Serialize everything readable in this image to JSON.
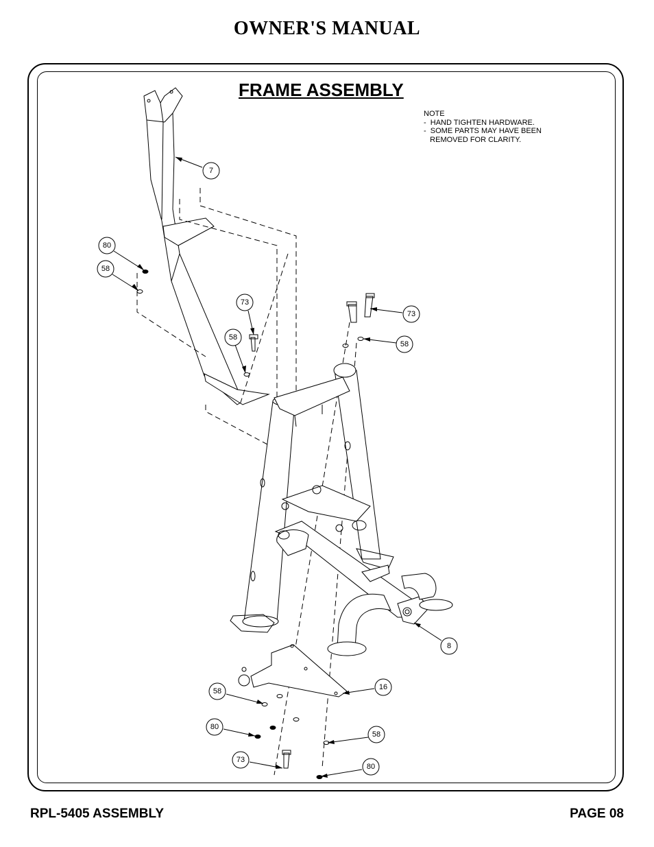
{
  "header": {
    "title": "OWNER'S MANUAL"
  },
  "section": {
    "title": "FRAME ASSEMBLY"
  },
  "note": {
    "heading": "NOTE",
    "lines": [
      "-  HAND TIGHTEN HARDWARE.",
      "-  SOME PARTS MAY HAVE BEEN",
      "   REMOVED FOR CLARITY."
    ]
  },
  "callouts": [
    {
      "id": "c7",
      "label": "7"
    },
    {
      "id": "c80a",
      "label": "80"
    },
    {
      "id": "c58a",
      "label": "58"
    },
    {
      "id": "c73a",
      "label": "73"
    },
    {
      "id": "c58b",
      "label": "58"
    },
    {
      "id": "c73b",
      "label": "73"
    },
    {
      "id": "c58c",
      "label": "58"
    },
    {
      "id": "c8",
      "label": "8"
    },
    {
      "id": "c16",
      "label": "16"
    },
    {
      "id": "c58d",
      "label": "58"
    },
    {
      "id": "c80b",
      "label": "80"
    },
    {
      "id": "c58e",
      "label": "58"
    },
    {
      "id": "c73c",
      "label": "73"
    },
    {
      "id": "c80c",
      "label": "80"
    }
  ],
  "footer": {
    "model": "RPL-5405 ASSEMBLY",
    "page": "PAGE 08"
  }
}
